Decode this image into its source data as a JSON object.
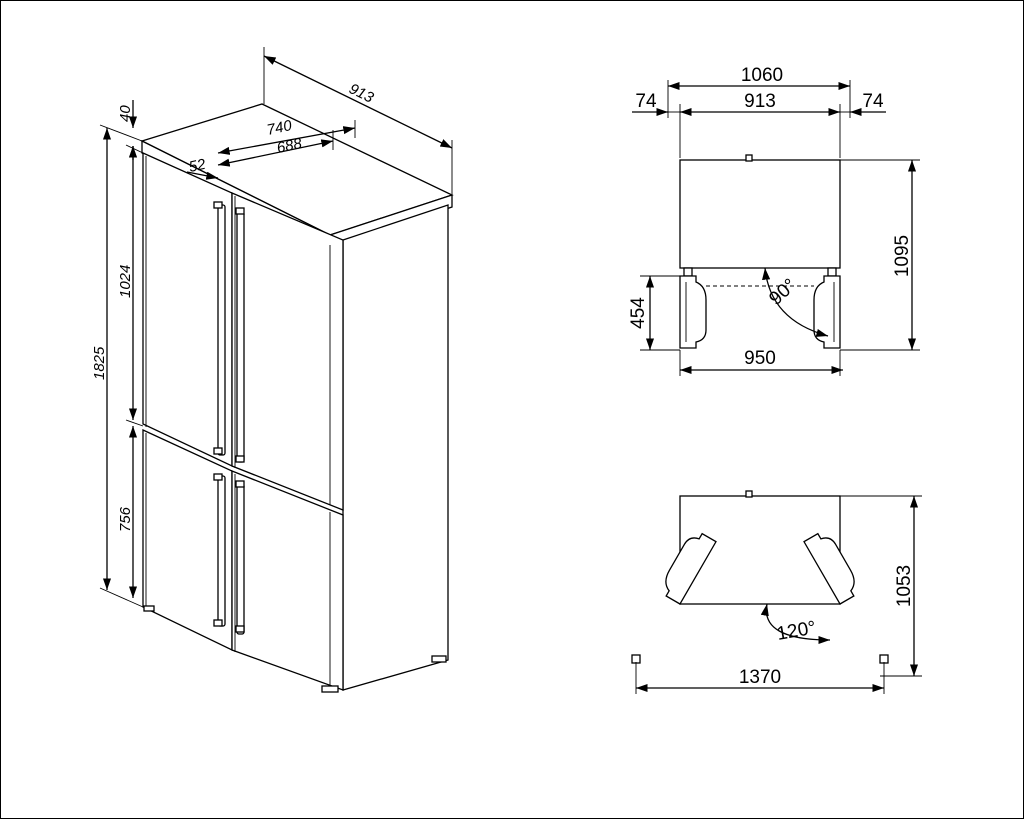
{
  "iso_view": {
    "width": "913",
    "depth_total": "740",
    "depth_body": "688",
    "door_offset": "52",
    "top_gap": "40",
    "height_total": "1825",
    "upper_door": "1024",
    "lower_door": "756"
  },
  "top_view_90": {
    "overall_width": "1060",
    "side_left": "74",
    "body_width": "913",
    "side_right": "74",
    "depth_open": "1095",
    "door_depth": "454",
    "door_span": "950",
    "angle": "90°"
  },
  "top_view_120": {
    "depth_open": "1053",
    "door_span": "1370",
    "angle": "120°"
  }
}
